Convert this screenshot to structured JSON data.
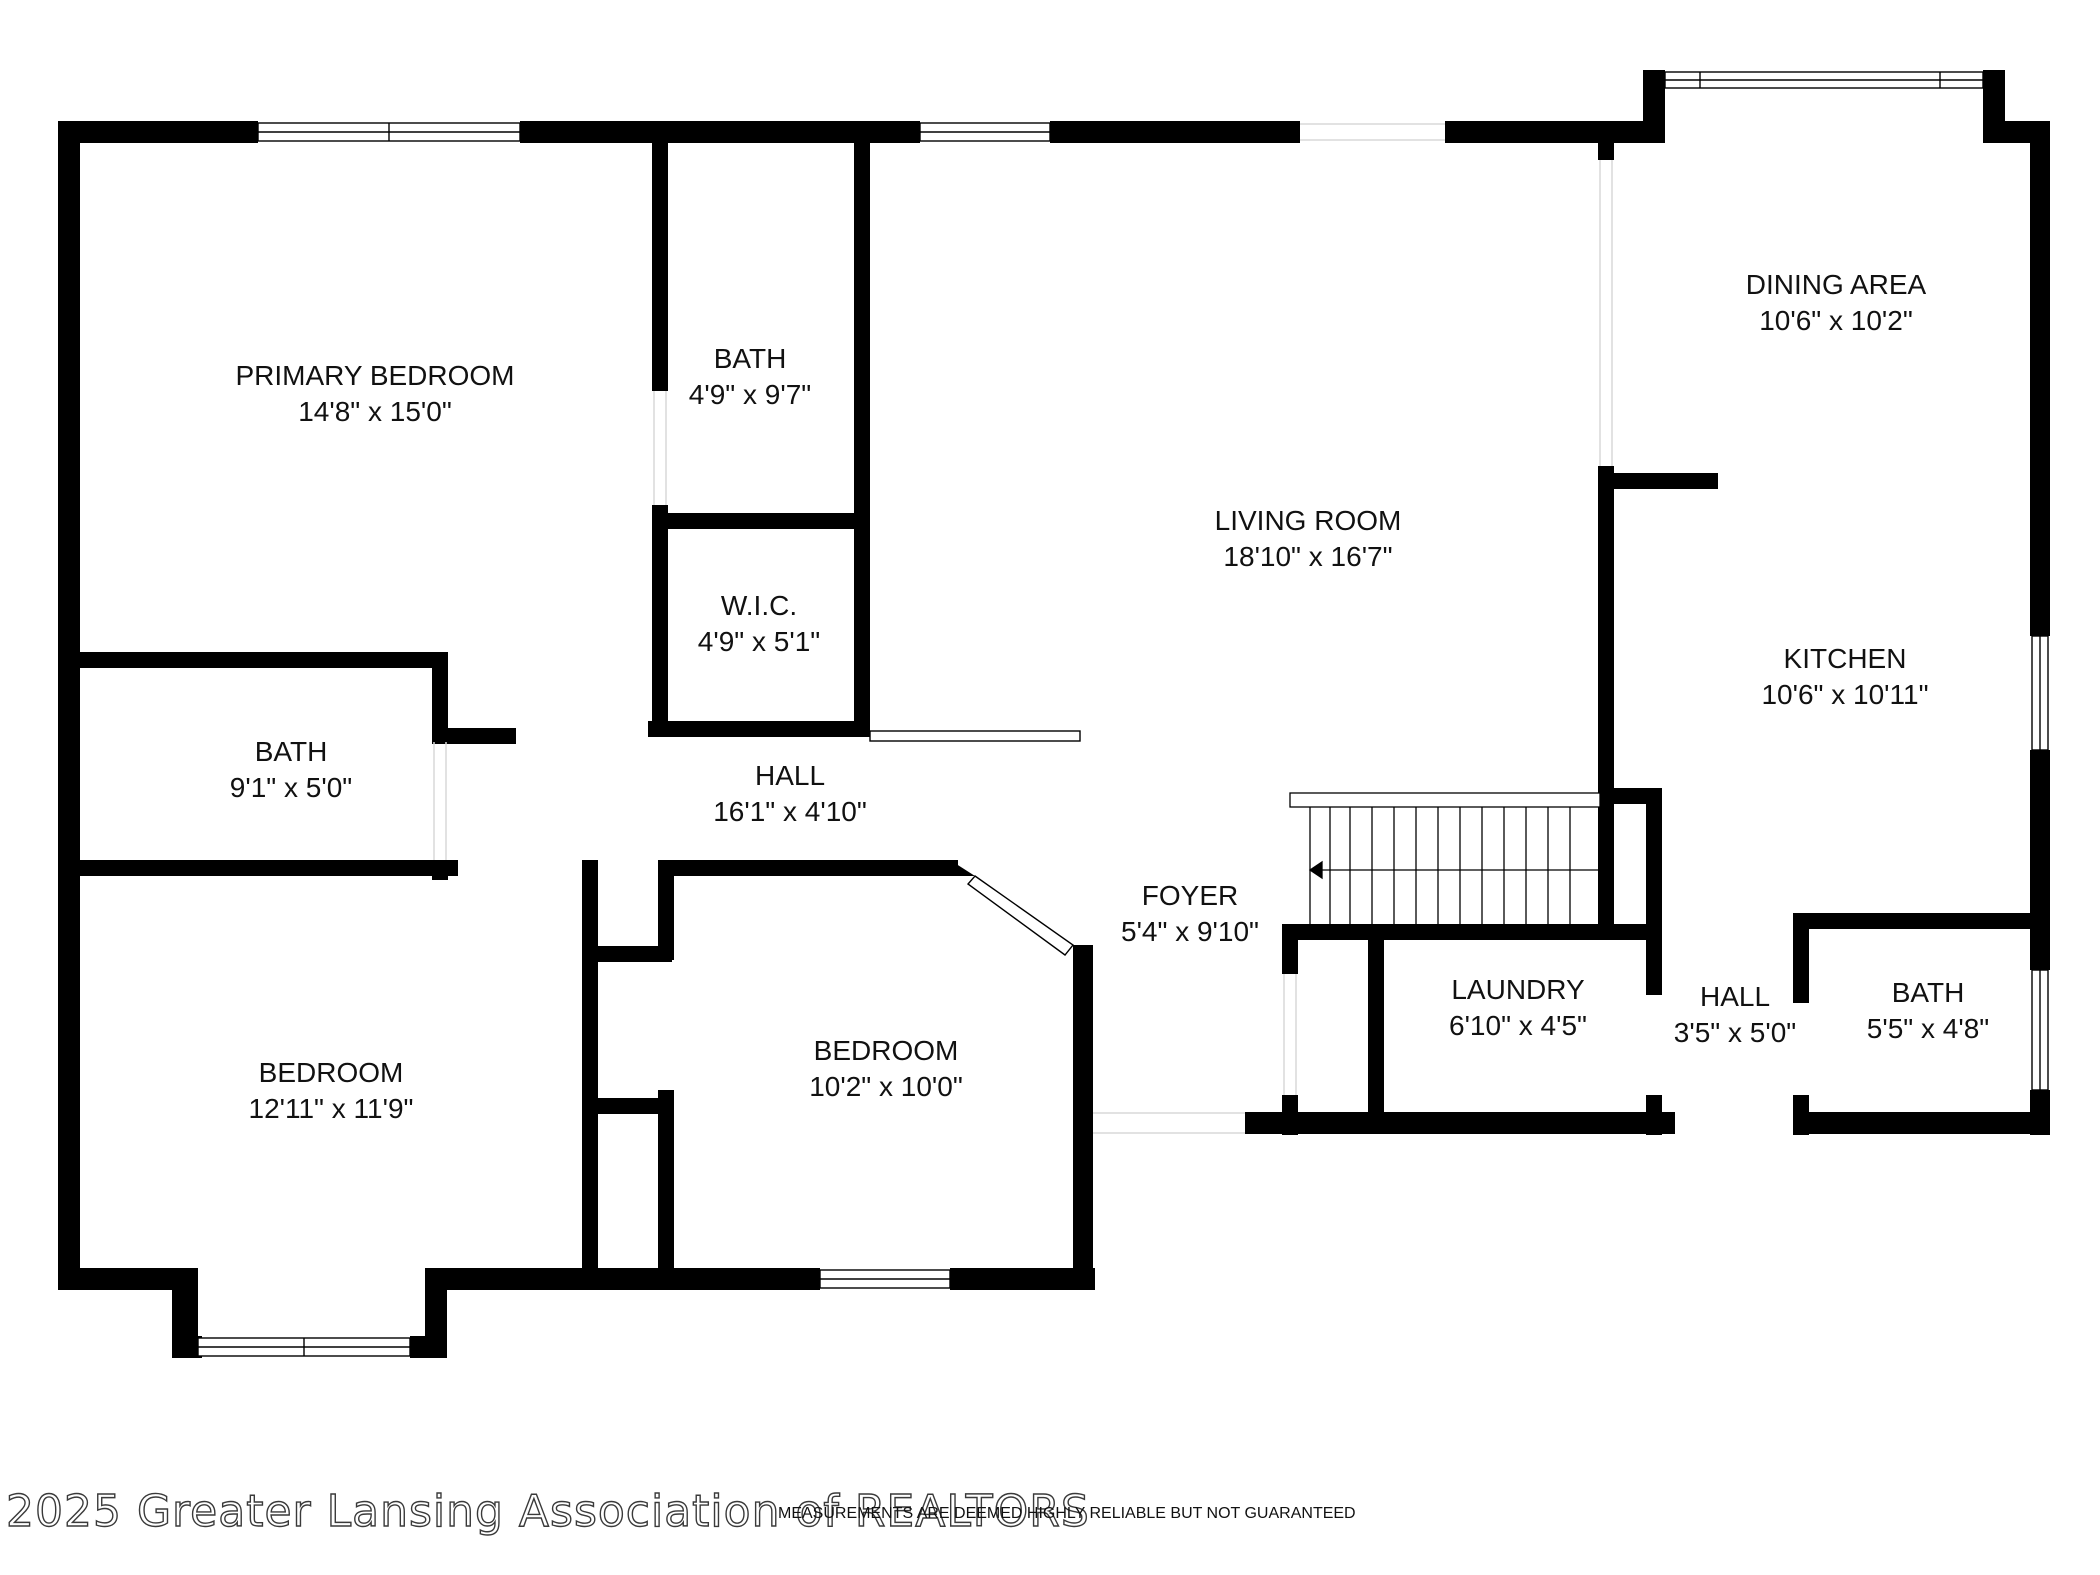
{
  "colors": {
    "wall": "#000000",
    "background": "#ffffff",
    "text": "#111111"
  },
  "rooms": {
    "primary_bedroom": {
      "name": "PRIMARY BEDROOM",
      "dim": "14'8\" x 15'0\""
    },
    "bath_master": {
      "name": "BATH",
      "dim": "4'9\" x 9'7\""
    },
    "wic": {
      "name": "W.I.C.",
      "dim": "4'9\" x 5'1\""
    },
    "bath_hall": {
      "name": "BATH",
      "dim": "9'1\" x 5'0\""
    },
    "hall_main": {
      "name": "HALL",
      "dim": "16'1\" x 4'10\""
    },
    "living_room": {
      "name": "LIVING ROOM",
      "dim": "18'10\" x 16'7\""
    },
    "dining_area": {
      "name": "DINING AREA",
      "dim": "10'6\" x 10'2\""
    },
    "kitchen": {
      "name": "KITCHEN",
      "dim": "10'6\" x 10'11\""
    },
    "foyer": {
      "name": "FOYER",
      "dim": "5'4\" x 9'10\""
    },
    "bedroom_sw": {
      "name": "BEDROOM",
      "dim": "12'11\" x 11'9\""
    },
    "bedroom_mid": {
      "name": "BEDROOM",
      "dim": "10'2\" x 10'0\""
    },
    "laundry": {
      "name": "LAUNDRY",
      "dim": "6'10\" x 4'5\""
    },
    "hall_small": {
      "name": "HALL",
      "dim": "3'5\" x 5'0\""
    },
    "bath_small": {
      "name": "BATH",
      "dim": "5'5\" x 4'8\""
    }
  },
  "footer": {
    "copyright": "2025 Greater Lansing Association of REALTORS",
    "disclaimer": "MEASUREMENTS ARE DEEMED HIGHLY RELIABLE BUT NOT GUARANTEED"
  }
}
